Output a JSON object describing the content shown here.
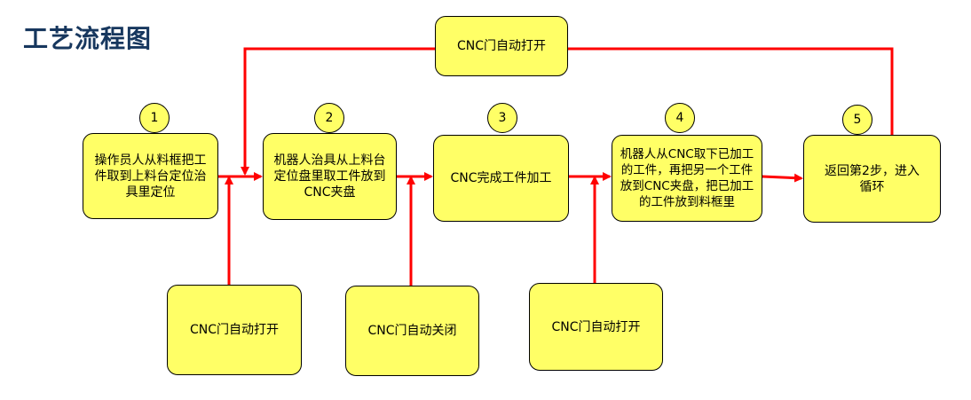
{
  "title": "工艺流程图",
  "steps": [
    {
      "num": "1",
      "text": "操作员人从料框把工件取到上料台定位治具里定位"
    },
    {
      "num": "2",
      "text": "机器人治具从上料台定位盘里取工件放到CNC夹盘"
    },
    {
      "num": "3",
      "text": "CNC完成工件加工"
    },
    {
      "num": "4",
      "text": "机器人从CNC取下已加工的工件，再把另一个工件放到CNC夹盘，把已加工的工件放到料框里"
    },
    {
      "num": "5",
      "text": "返回第2步，进入循环"
    }
  ],
  "door_events": {
    "top": "CNC门自动打开",
    "bottom_1": "CNC门自动打开",
    "bottom_2": "CNC门自动关闭",
    "bottom_3": "CNC门自动打开"
  },
  "colors": {
    "box_fill": "#ffff66",
    "arrow": "#ff0000",
    "title": "#17375e"
  }
}
